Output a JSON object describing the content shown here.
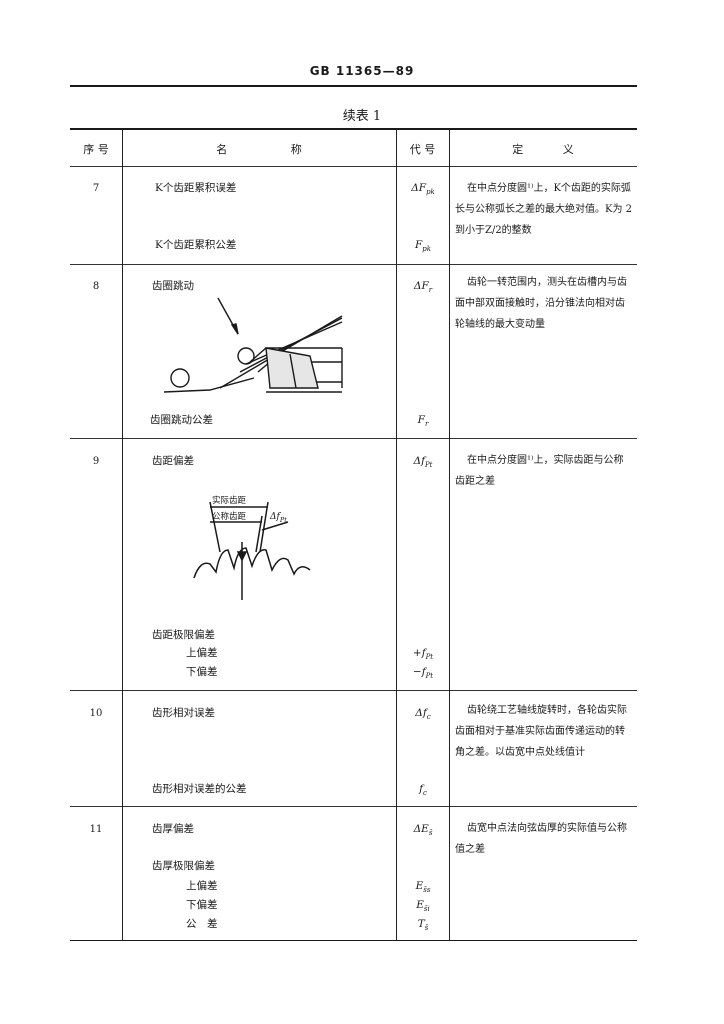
{
  "header": {
    "standard": "GB 11365—89"
  },
  "table": {
    "caption": "续表 1",
    "columns": {
      "no": "序 号",
      "name": "名 称",
      "code": "代 号",
      "definition": "定 义"
    },
    "rows": [
      {
        "no": "7",
        "name": "K个齿距累积误差",
        "code": "ΔF",
        "code_sub": "pk",
        "definition": "在中点分度圆¹⁾上，K个齿距的实际弧长与公称弧长之差的最大绝对值。K为 2 到小于Z/2的整数",
        "tol_name": "K个齿距累积公差",
        "tol_code": "F",
        "tol_sub": "pk"
      },
      {
        "no": "8",
        "name": "齿圈跳动",
        "code": "ΔF",
        "code_sub": "r",
        "definition": "齿轮一转范围内，测头在齿槽内与齿面中部双面接触时，沿分锥法向相对齿轮轴线的最大变动量",
        "tol_name": "齿圈跳动公差",
        "tol_code": "F",
        "tol_sub": "r"
      },
      {
        "no": "9",
        "name": "齿距偏差",
        "code": "Δf",
        "code_sub": "Pt",
        "definition": "在中点分度圆¹⁾上，实际齿距与公称齿距之差",
        "figure": {
          "label_actual": "实际齿距",
          "label_nominal": "公称齿距",
          "label_delta": "Δf",
          "label_delta_sub": "Pt"
        },
        "tol_name": "齿距极限偏差",
        "upper": "上偏差",
        "lower": "下偏差",
        "upper_code": "+f",
        "lower_code": "−f",
        "tol_sub": "Pt"
      },
      {
        "no": "10",
        "name": "齿形相对误差",
        "code": "Δf",
        "code_sub": "c",
        "definition": "齿轮绕工艺轴线旋转时，各轮齿实际齿面相对于基准实际齿面传递运动的转角之差。以齿宽中点处线值计",
        "tol_name": "齿形相对误差的公差",
        "tol_code": "f",
        "tol_sub": "c"
      },
      {
        "no": "11",
        "name": "齿厚偏差",
        "code": "ΔE",
        "code_sub": "s̄",
        "definition": "齿宽中点法向弦齿厚的实际值与公称值之差",
        "tol_name": "齿厚极限偏差",
        "upper": "上偏差",
        "lower": "下偏差",
        "tolerance": "公　差",
        "upper_code": "E",
        "upper_sub": "s̄s",
        "lower_code": "E",
        "lower_sub": "s̄i",
        "tol_code": "T",
        "tol_sub": "s̄"
      }
    ]
  }
}
